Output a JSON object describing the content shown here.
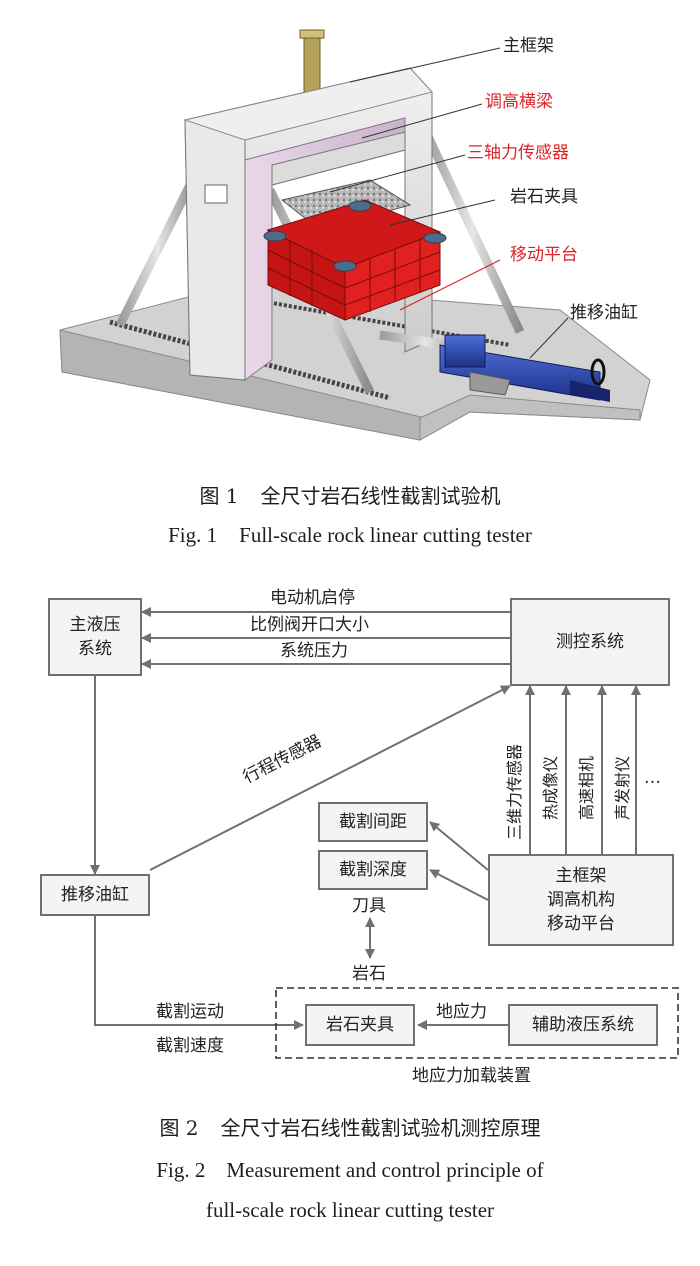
{
  "figure1": {
    "callouts": [
      {
        "text": "主框架",
        "color": "#222222"
      },
      {
        "text": "调高横梁",
        "color": "#d9262b"
      },
      {
        "text": "三轴力传感器",
        "color": "#d9262b"
      },
      {
        "text": "岩石夹具",
        "color": "#222222"
      },
      {
        "text": "移动平台",
        "color": "#d9262b"
      },
      {
        "text": "推移油缸",
        "color": "#222222"
      }
    ],
    "caption_cn_num": "图 1",
    "caption_cn": "全尺寸岩石线性截割试验机",
    "caption_en_num": "Fig. 1",
    "caption_en": "Full-scale rock linear cutting tester"
  },
  "figure2": {
    "boxes": {
      "main_hydraulic": "主液压\n系统",
      "control": "测控系统",
      "push_cylinder": "推移油缸",
      "cut_spacing": "截割间距",
      "cut_depth": "截割深度",
      "main_frame": "主框架\n调高机构\n移动平台",
      "rock_clamp": "岩石夹具",
      "aux_hydraulic": "辅助液压系统"
    },
    "signals": {
      "motor": "电动机启停",
      "valve": "比例阀开口大小",
      "pressure": "系统压力",
      "stroke": "行程传感器",
      "triaxial": "三维力传感器",
      "thermal": "热成像仪",
      "highspeed": "高速相机",
      "acoustic": "声发射仪",
      "ellipsis": "…",
      "tool": "刀具",
      "rock": "岩石",
      "ground_stress": "地应力",
      "cut_motion": "截割运动",
      "cut_speed": "截割速度",
      "device": "地应力加载装置"
    },
    "caption_cn_num": "图 2",
    "caption_cn": "全尺寸岩石线性截割试验机测控原理",
    "caption_en_line1": "Fig. 2    Measurement and control principle of",
    "caption_en_line2": "full-scale rock linear cutting tester"
  }
}
